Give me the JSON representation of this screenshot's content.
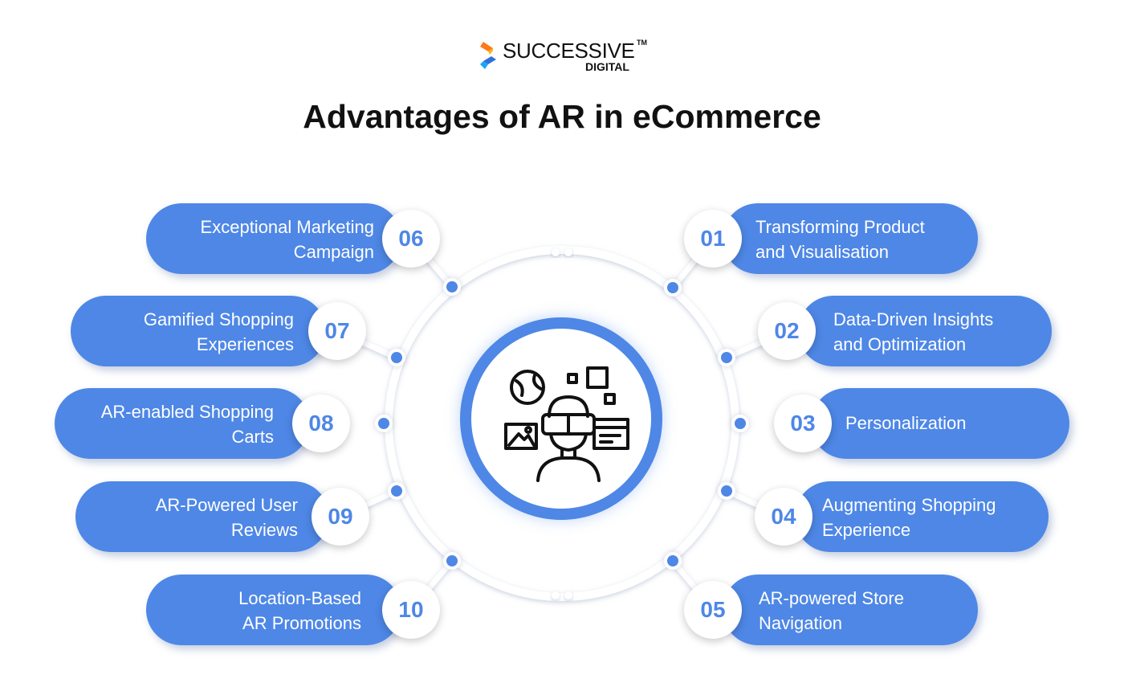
{
  "brand": {
    "name": "SUCCESSIVE",
    "trademark": "TM",
    "sub": "DIGITAL",
    "colors": [
      "#ff7a1a",
      "#2f6fe0"
    ]
  },
  "title": "Advantages of AR in eCommerce",
  "accent": "#4e87e6",
  "center_icon": "vr-headset-person-icon",
  "items": [
    {
      "num": "01",
      "lines": [
        "Transforming Product",
        "and Visualisation"
      ]
    },
    {
      "num": "02",
      "lines": [
        "Data-Driven Insights",
        "and Optimization"
      ]
    },
    {
      "num": "03",
      "lines": [
        "Personalization"
      ]
    },
    {
      "num": "04",
      "lines": [
        "Augmenting Shopping",
        "Experience"
      ]
    },
    {
      "num": "05",
      "lines": [
        "AR-powered Store",
        "Navigation"
      ]
    },
    {
      "num": "06",
      "lines": [
        "Exceptional Marketing",
        "Campaign"
      ]
    },
    {
      "num": "07",
      "lines": [
        "Gamified Shopping",
        "Experiences"
      ]
    },
    {
      "num": "08",
      "lines": [
        "AR-enabled Shopping",
        "Carts"
      ]
    },
    {
      "num": "09",
      "lines": [
        "AR-Powered User",
        "Reviews"
      ]
    },
    {
      "num": "10",
      "lines": [
        "Location-Based",
        "AR Promotions"
      ]
    }
  ]
}
